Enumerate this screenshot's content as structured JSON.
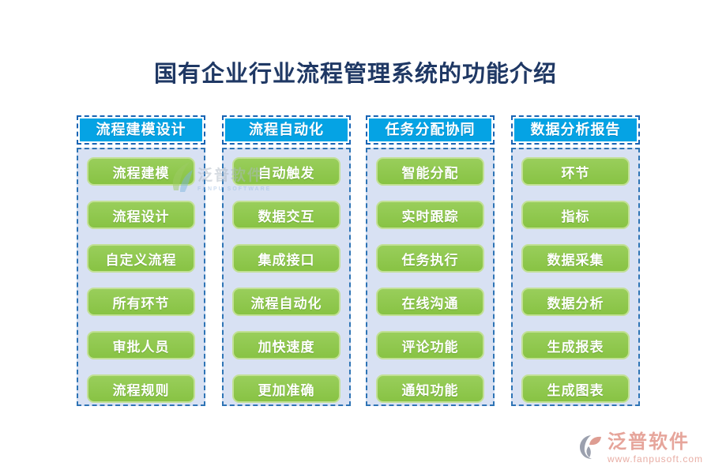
{
  "title": "国有企业行业流程管理系统的功能介绍",
  "columns": [
    {
      "header": "流程建模设计",
      "items": [
        "流程建模",
        "流程设计",
        "自定义流程",
        "所有环节",
        "审批人员",
        "流程规则"
      ]
    },
    {
      "header": "流程自动化",
      "items": [
        "自动触发",
        "数据交互",
        "集成接口",
        "流程自动化",
        "加快速度",
        "更加准确"
      ]
    },
    {
      "header": "任务分配协同",
      "items": [
        "智能分配",
        "实时跟踪",
        "任务执行",
        "在线沟通",
        "评论功能",
        "通知功能"
      ]
    },
    {
      "header": "数据分析报告",
      "items": [
        "环节",
        "指标",
        "数据采集",
        "数据分析",
        "生成报表",
        "生成图表"
      ]
    }
  ],
  "watermark_center": {
    "brand": "泛普软件",
    "brand_en": "FANPU SOFTWARE"
  },
  "watermark_footer": {
    "brand": "泛普软件",
    "url": "www.fanpusoft.com"
  },
  "colors": {
    "title": "#1F3864",
    "header_bg": "#05A3E4",
    "dashed_border": "#1864B4",
    "panel_bg": "#D8E1F3",
    "button_green": "#8CC64B"
  }
}
